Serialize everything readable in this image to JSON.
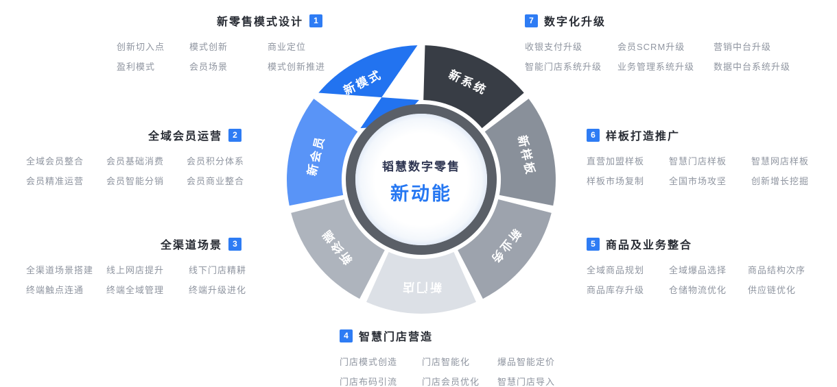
{
  "center": {
    "line1": "韬慧数字零售",
    "line2": "新动能"
  },
  "wheel": {
    "segments": [
      {
        "label": "新系统",
        "color": "#383d45"
      },
      {
        "label": "新样板",
        "color": "#89909a"
      },
      {
        "label": "新业务",
        "color": "#9da3ad"
      },
      {
        "label": "新门店",
        "color": "#dce0e6"
      },
      {
        "label": "新终端",
        "color": "#aeb4bd"
      },
      {
        "label": "新会员",
        "color": "#5994f7"
      },
      {
        "label": "新模式",
        "color": "#2273f0"
      }
    ]
  },
  "groups": [
    {
      "num": "1",
      "title": "新零售模式设计",
      "items": [
        "创新切入点",
        "模式创新",
        "商业定位",
        "盈利模式",
        "会员场景",
        "模式创新推进"
      ]
    },
    {
      "num": "2",
      "title": "全域会员运营",
      "items": [
        "全域会员整合",
        "会员基础消费",
        "会员积分体系",
        "会员精准运营",
        "会员智能分销",
        "会员商业整合"
      ]
    },
    {
      "num": "3",
      "title": "全渠道场景",
      "items": [
        "全渠道场景搭建",
        "线上网店提升",
        "线下门店精耕",
        "终端触点连通",
        "终端全域管理",
        "终端升级进化"
      ]
    },
    {
      "num": "4",
      "title": "智慧门店营造",
      "items": [
        "门店模式创造",
        "门店智能化",
        "爆品智能定价",
        "门店布码引流",
        "门店会员优化",
        "智慧门店导入"
      ]
    },
    {
      "num": "5",
      "title": "商品及业务整合",
      "items": [
        "全域商品规划",
        "全域爆品选择",
        "商品结构次序",
        "商品库存升级",
        "仓储物流优化",
        "供应链优化"
      ]
    },
    {
      "num": "6",
      "title": "样板打造推广",
      "items": [
        "直营加盟样板",
        "智慧门店样板",
        "智慧网店样板",
        "样板市场复制",
        "全国市场攻坚",
        "创新增长挖掘"
      ]
    },
    {
      "num": "7",
      "title": "数字化升级",
      "items": [
        "收银支付升级",
        "会员SCRM升级",
        "营销中台升级",
        "智能门店系统升级",
        "业务管理系统升级",
        "数据中台系统升级"
      ]
    }
  ],
  "colors": {
    "accent": "#2e7cf4",
    "title_color": "#272b33",
    "item_color": "#8f95a0",
    "center_dark": "#2f3652",
    "center_blue": "#2577f2",
    "ring_color": "#5a5f67",
    "segment_label_color": "#ffffff"
  }
}
